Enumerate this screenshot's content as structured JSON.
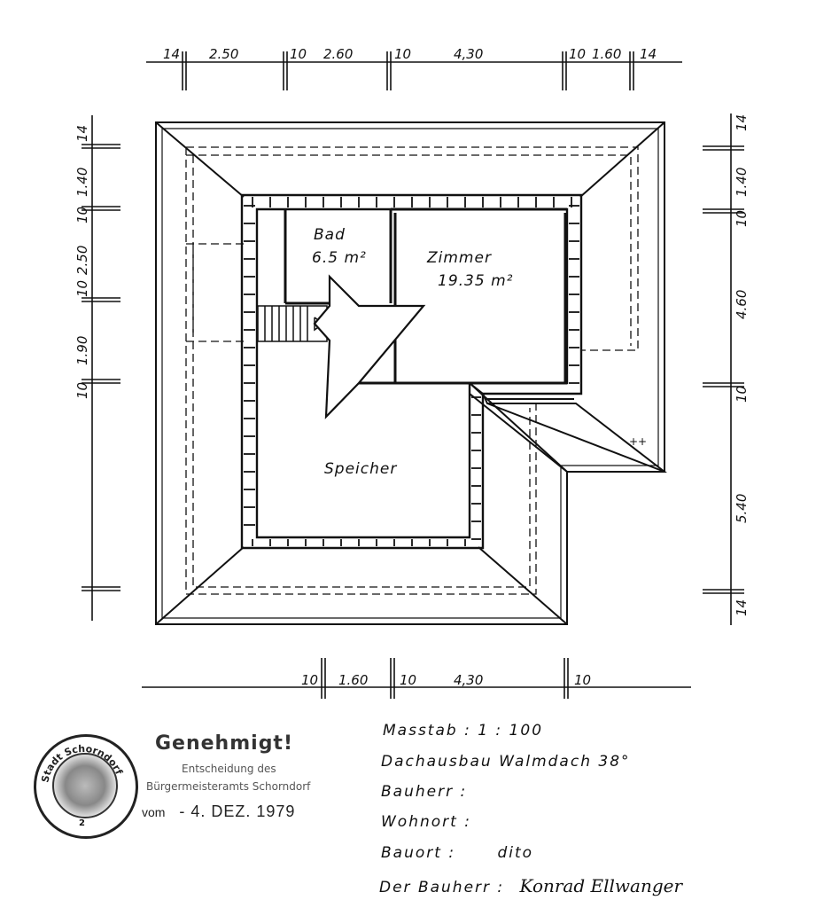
{
  "dimensions": {
    "top": [
      "14",
      "2.50",
      "10",
      "2.60",
      "10",
      "4,30",
      "10",
      "1.60",
      "14"
    ],
    "bottom": [
      "10",
      "1.60",
      "10",
      "4,30",
      "10"
    ],
    "left": [
      "14",
      "1.40",
      "10",
      "2.50",
      "10",
      "1.90",
      "10"
    ],
    "right": [
      "14",
      "1.40",
      "10",
      "4.60",
      "10",
      "5.40",
      "14"
    ]
  },
  "rooms": {
    "bad_name": "Bad",
    "bad_area": "6.5 m²",
    "zimmer_name": "Zimmer",
    "zimmer_area": "19.35 m²",
    "speicher_name": "Speicher"
  },
  "stamp": {
    "title": "Genehmigt!",
    "line1": "Entscheidung des",
    "line2": "Bürgermeisteramts Schorndorf",
    "vom": "vom",
    "date": "- 4. DEZ. 1979",
    "seal_text": "Stadt Schorndorf",
    "seal_number": "2"
  },
  "info": {
    "masstab": "Masstab : 1 : 100",
    "project": "Dachausbau  Walmdach  38°",
    "bauherr": "Bauherr :",
    "wohnort": "Wohnort :",
    "bauort": "Bauort  :",
    "bauort_value": "dito",
    "der_bauherr": "Der Bauherr :",
    "signature": "Konrad Ellwanger"
  }
}
